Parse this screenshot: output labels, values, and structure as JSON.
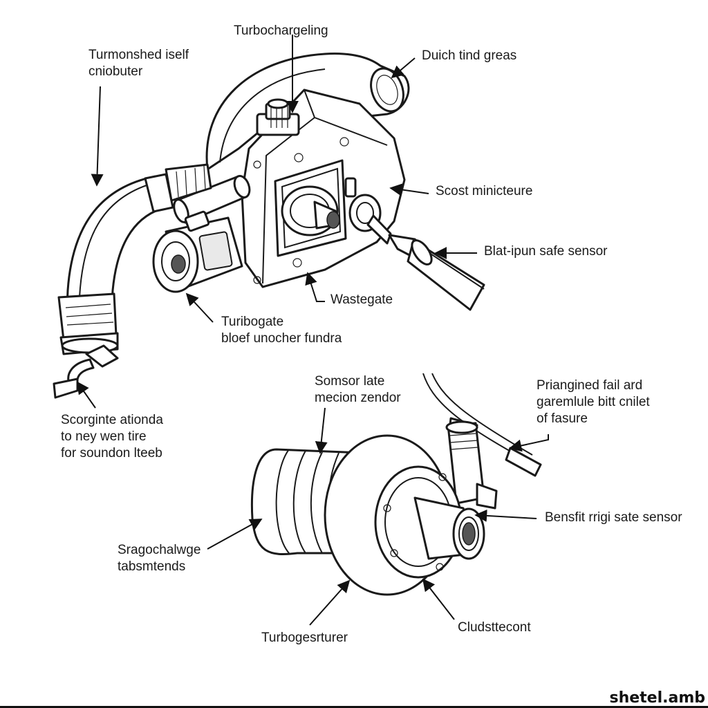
{
  "labels": {
    "turbocharging": "Turbochargeling",
    "turmonshed": [
      "Turmonshed iself",
      "cniobuter"
    ],
    "duich": "Duich tind greas",
    "scost": "Scost minicteure",
    "blatpun": "Blat-ipun safe sensor",
    "wastegate": "Wastegate",
    "turibogate": [
      "Turibogate",
      "bloef unocher fundra"
    ],
    "somsor": [
      "Somsor late",
      "mecion zendor"
    ],
    "priangined": [
      "Priangined fail ard",
      "garemlule bitt cnilet",
      "of fasure"
    ],
    "scorginte": [
      "Scorginte ationda",
      "to ney wen tire",
      "for soundon lteeb"
    ],
    "bensfit": "Bensfit rrigi sate sensor",
    "sragochalwge": [
      "Sragochalwge",
      "tabsmtends"
    ],
    "turbogesrturer": "Turbogesrturer",
    "cludsttecont": "Cludsttecont"
  },
  "watermark": "shetel.amb"
}
